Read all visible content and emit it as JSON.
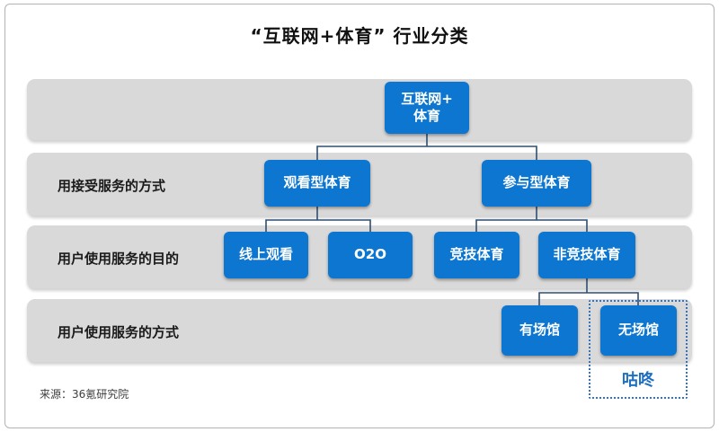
{
  "title": "“互联网+体育” 行业分类",
  "source": "来源：36氪研究院",
  "root": {
    "label_line1": "互联网+",
    "label_line2": "体育"
  },
  "rows": [
    {
      "label": "用接受服务的方式",
      "nodes": [
        "观看型体育",
        "参与型体育"
      ]
    },
    {
      "label": "用户使用服务的目的",
      "nodes": [
        "线上观看",
        "O2O",
        "竞技体育",
        "非竞技体育"
      ]
    },
    {
      "label": "用户使用服务的方式",
      "nodes": [
        "有场馆",
        "无场馆"
      ]
    }
  ],
  "callout": {
    "label": "咕咚"
  },
  "colors": {
    "node_blue": "#0c76d0",
    "connector_navy": "#2f4f72",
    "band_gray": "#d9d9d9",
    "callout_blue": "#1d6fc2",
    "frame_border": "#b3b3b3",
    "title_black": "#111111"
  }
}
